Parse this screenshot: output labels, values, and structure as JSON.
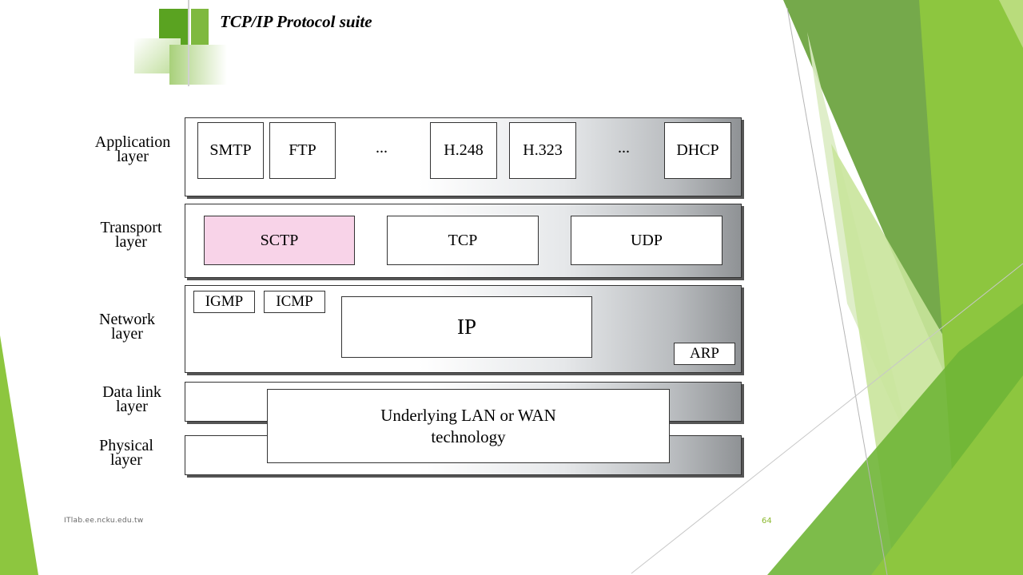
{
  "slide": {
    "title": "TCP/IP Protocol suite",
    "footer_url": "ITlab.ee.ncku.edu.tw",
    "page_number": "64"
  },
  "colors": {
    "accent_green": "#8dc63f",
    "dark_green": "#5a9a28",
    "sctp_fill": "#f8d3e8"
  },
  "diagram": {
    "layers": {
      "application": "Application\nlayer",
      "transport": "Transport\nlayer",
      "network": "Network\nlayer",
      "datalink": "Data link\nlayer",
      "physical": "Physical\nlayer"
    },
    "application_protocols": {
      "smtp": "SMTP",
      "ftp": "FTP",
      "ellipsis1": "...",
      "h248": "H.248",
      "h323": "H.323",
      "ellipsis2": "...",
      "dhcp": "DHCP"
    },
    "transport_protocols": {
      "sctp": "SCTP",
      "tcp": "TCP",
      "udp": "UDP"
    },
    "network_protocols": {
      "igmp": "IGMP",
      "icmp": "ICMP",
      "ip": "IP",
      "arp": "ARP"
    },
    "underlying": "Underlying LAN or WAN\ntechnology"
  }
}
